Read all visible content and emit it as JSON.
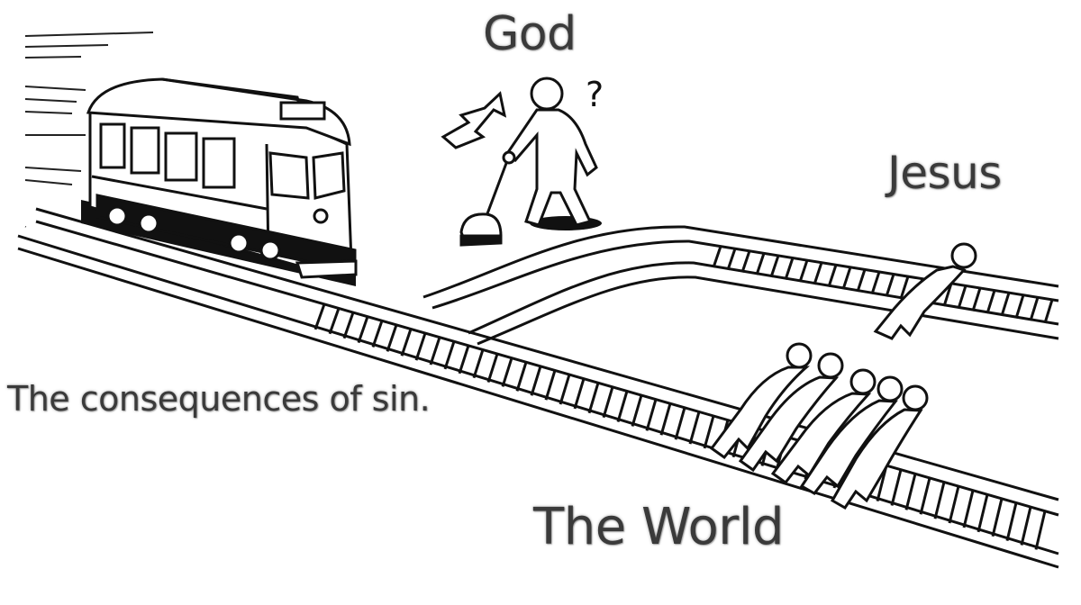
{
  "captions": {
    "god": "God",
    "jesus": "Jesus",
    "consequences": "The consequences of sin.",
    "world": "The World"
  },
  "question_mark": "?",
  "colors": {
    "background": "#ffffff",
    "ink": "#111111",
    "caption_text": "#3a3a3a"
  },
  "icons": {
    "trolley": "trolley-icon",
    "lever": "lever-icon",
    "switch_arrow": "curved-double-arrow-icon",
    "person": "stick-figure-icon"
  }
}
